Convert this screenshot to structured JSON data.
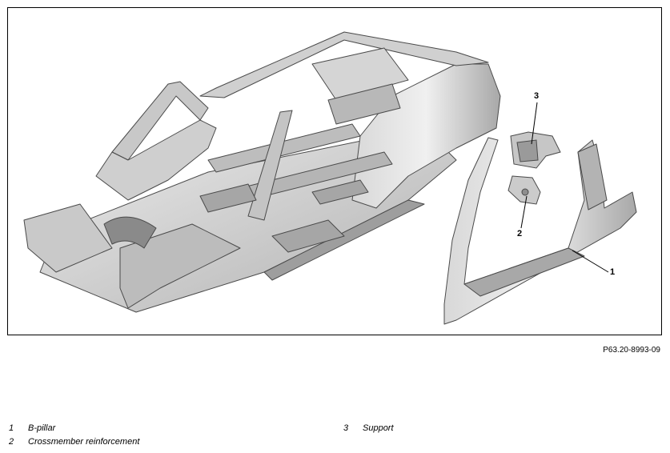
{
  "figure": {
    "code": "P63.20-8993-09",
    "callouts": [
      {
        "number": "1"
      },
      {
        "number": "2"
      },
      {
        "number": "3"
      }
    ]
  },
  "legend": [
    {
      "number": "1",
      "label": "B-pillar"
    },
    {
      "number": "2",
      "label": "Crossmember reinforcement"
    },
    {
      "number": "3",
      "label": "Support"
    }
  ],
  "colors": {
    "metal_light": "#e4e4e4",
    "metal_mid": "#bdbdbd",
    "metal_dark": "#8a8a8a",
    "outline": "#4a4a4a"
  }
}
